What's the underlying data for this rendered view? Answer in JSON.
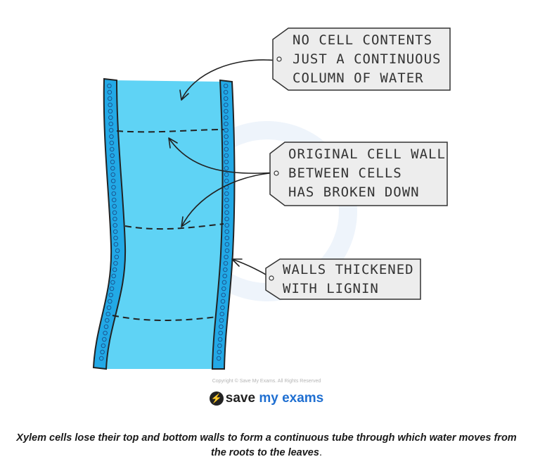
{
  "labels": {
    "no_contents": [
      "NO CELL CONTENTS",
      "JUST A CONTINUOUS",
      "COLUMN OF WATER"
    ],
    "cell_wall": [
      "ORIGINAL CELL WALL",
      "BETWEEN CELLS",
      "HAS BROKEN DOWN"
    ],
    "lignin": [
      "WALLS THICKENED",
      "WITH LIGNIN"
    ]
  },
  "copyright": "Copyright © Save My Exams. All Rights Reserved",
  "logo": {
    "word1": "save",
    "word2": "my exams",
    "icon": "lightning-bolt-icon"
  },
  "caption": {
    "text": "Xylem cells lose their top and bottom walls to form a continuous tube through which water moves from the roots to the leaves",
    "end": "."
  },
  "colors": {
    "water": "#5fd3f5",
    "wall": "#22a9e6",
    "outline": "#222222",
    "tag_fill": "#ededed"
  }
}
